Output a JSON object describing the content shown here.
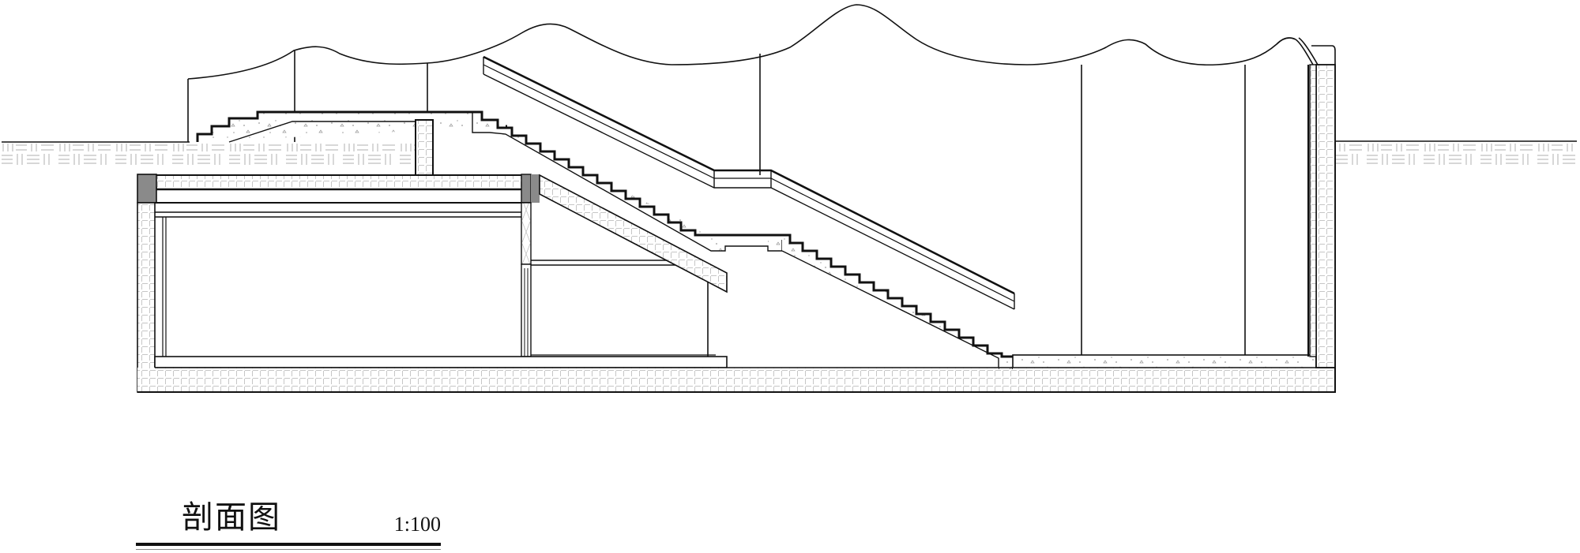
{
  "drawing": {
    "title": "剖面图",
    "scale": "1:100",
    "type": "architectural section",
    "colors": {
      "line": "#111111",
      "hatch": "#bdbdbd",
      "column_fill": "#8a8a8a",
      "background": "#ffffff"
    }
  },
  "labels": {
    "ground_left": "ground-earth-hatch-left",
    "ground_right": "ground-earth-hatch-right"
  }
}
